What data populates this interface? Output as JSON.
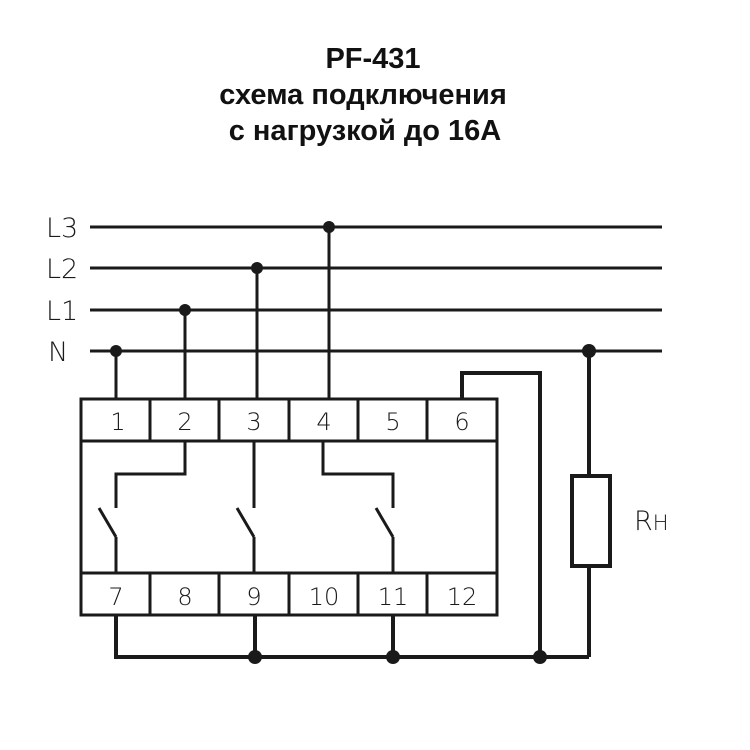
{
  "title": {
    "model": "PF-431",
    "line2": "схема подключения",
    "line3": "с нагрузкой до 16А"
  },
  "bus_lines": [
    {
      "id": "L3",
      "label": "L3",
      "tap_terminal": 4
    },
    {
      "id": "L2",
      "label": "L2",
      "tap_terminal": 3
    },
    {
      "id": "L1",
      "label": "L1",
      "tap_terminal": 2
    },
    {
      "id": "N",
      "label": "N",
      "tap_terminal": 1
    }
  ],
  "terminals_top": [
    "1",
    "2",
    "3",
    "4",
    "5",
    "6"
  ],
  "terminals_bottom": [
    "7",
    "8",
    "9",
    "10",
    "11",
    "12"
  ],
  "switches": [
    {
      "from_terminal": "2",
      "to_terminal": "7"
    },
    {
      "from_terminal": "3",
      "to_terminal": "9"
    },
    {
      "from_terminal": "4",
      "to_terminal": "11"
    }
  ],
  "load": {
    "label_main": "R",
    "label_sub": "Н",
    "connects": [
      "N",
      "bus 7-9-11"
    ]
  },
  "colors": {
    "ink": "#1a1a1a",
    "background": "#ffffff"
  }
}
